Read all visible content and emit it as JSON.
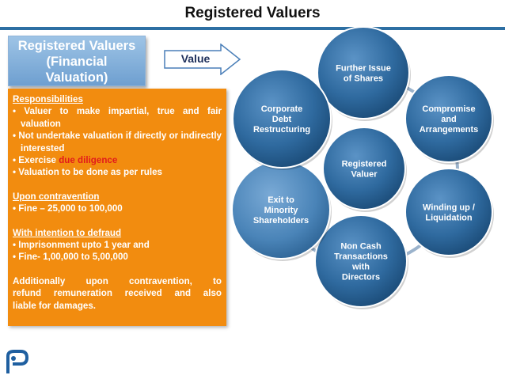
{
  "title": "Registered Valuers",
  "left_box": {
    "lines": [
      "Registered Valuers",
      "(Financial",
      "Valuation)"
    ]
  },
  "arrow_label": "Value",
  "panel": {
    "responsibilities_heading": "Responsibilities",
    "responsibilities": [
      "• Valuer to make impartial, true and fair valuation",
      "• Not undertake valuation if directly or indirectly interested",
      "• Valuation to be done as per rules"
    ],
    "diligence": {
      "prefix": "• Exercise ",
      "highlight": "due diligence"
    },
    "contravention_heading": "Upon contravention",
    "contravention": [
      "• Fine – 25,000 to 100,000"
    ],
    "defraud_heading": "With intention to defraud",
    "defraud": [
      "• Imprisonment upto 1 year and",
      "• Fine- 1,00,000 to 5,00,000"
    ],
    "additional": [
      "Additionally upon contravention, to",
      "refund remuneration received and also",
      "liable for damages."
    ]
  },
  "diagram": {
    "center": {
      "lines": [
        "Registered",
        "Valuer"
      ]
    },
    "nodes": [
      {
        "lines": [
          "Further Issue",
          "of Shares"
        ]
      },
      {
        "lines": [
          "Compromise",
          "and",
          "Arrangements"
        ]
      },
      {
        "lines": [
          "Winding up /",
          "Liquidation"
        ]
      },
      {
        "lines": [
          "Non Cash",
          "Transactions",
          "with",
          "Directors"
        ]
      },
      {
        "lines": [
          "Exit  to",
          "Minority",
          "Shareholders"
        ]
      },
      {
        "lines": [
          "Corporate",
          "Debt",
          "Restructuring"
        ]
      }
    ]
  },
  "colors": {
    "accent": "#2d6fa3",
    "panel": "#f28c0f",
    "highlight": "#e21b1b",
    "circle_dark": "#1d4f7c",
    "circle_light": "#3e79ad"
  }
}
